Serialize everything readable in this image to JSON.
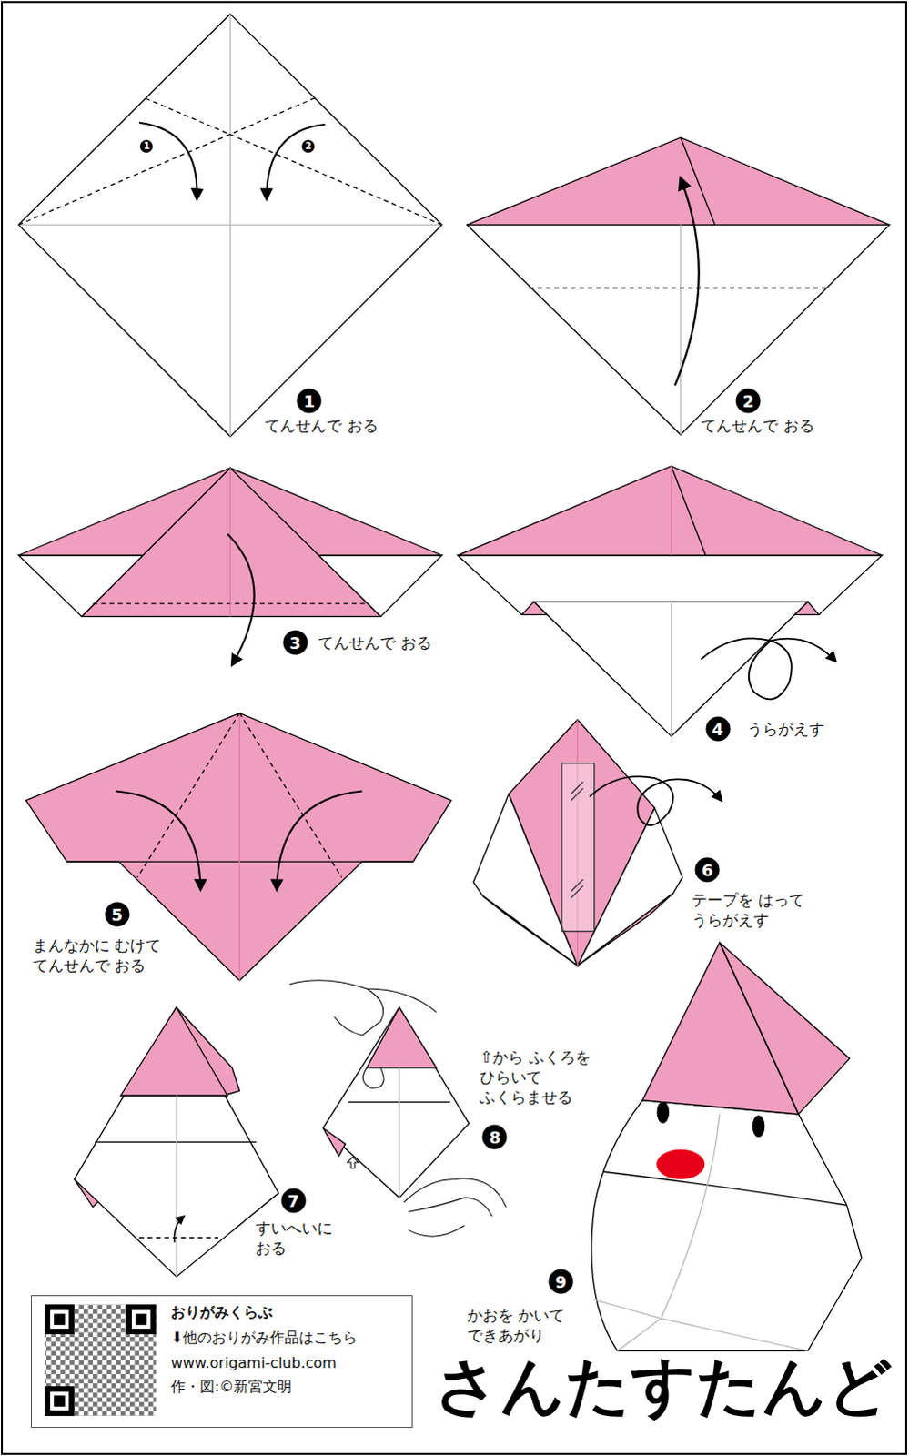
{
  "diagram": {
    "title": "さんたすたんど",
    "nodes": [
      {
        "text": [
          "おりがみくらぶ",
          "⬇他のおりがみ作品はこちら",
          "www.origami-club.com",
          "作・図:©新宮文明"
        ]
      }
    ],
    "labels": [
      "1",
      "2",
      "1",
      "てんせんで おる",
      "2",
      "てんせんで おる",
      "3",
      "てんせんで おる",
      "4",
      "うらがえす",
      "5",
      "まんなかに むけて てんせんで おる",
      "6",
      "テープを はって うらがえす",
      "7",
      "すいへいに おる",
      "8",
      "⇧から ふくろを ひらいて ふくらませる",
      "9",
      "かおを かいて できあがり"
    ]
  }
}
